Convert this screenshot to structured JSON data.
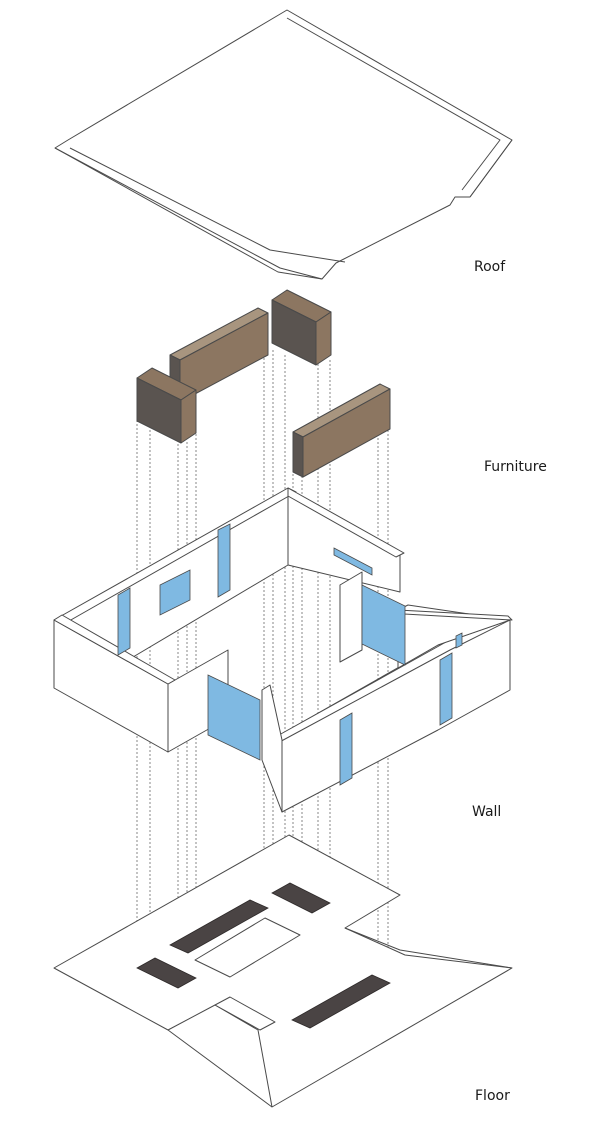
{
  "layers": [
    {
      "id": "roof",
      "label": "Roof"
    },
    {
      "id": "furniture",
      "label": "Furniture"
    },
    {
      "id": "wall",
      "label": "Wall"
    },
    {
      "id": "floor",
      "label": "Floor"
    }
  ],
  "colors": {
    "line": "#4a4a4a",
    "surface": "#ffffff",
    "glass": "#7fb9e2",
    "furniture_side": "#8c7661",
    "furniture_front": "#5a5450",
    "floor_inlay": "#4a4444",
    "projection_line": "#555555"
  }
}
